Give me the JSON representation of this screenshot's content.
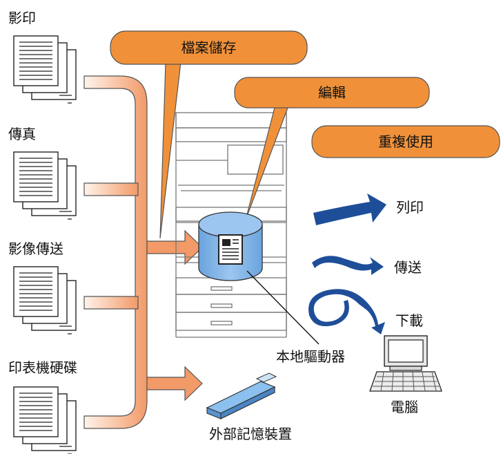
{
  "sources": [
    {
      "label": "影印",
      "icon": "document-stack-icon"
    },
    {
      "label": "傳真",
      "icon": "document-stack-icon"
    },
    {
      "label": "影像傳送",
      "icon": "document-stack-icon"
    },
    {
      "label": "印表機硬碟",
      "icon": "document-stack-icon"
    }
  ],
  "callouts": {
    "file_storage": "檔案儲存",
    "edit": "編輯",
    "reuse": "重複使用"
  },
  "storage": {
    "local_drive": "本地驅動器",
    "external_device": "外部記憶裝置"
  },
  "outputs": [
    {
      "label": "列印",
      "icon": "print-arrow-icon"
    },
    {
      "label": "傳送",
      "icon": "send-arrow-icon"
    },
    {
      "label": "下載",
      "icon": "download-arrow-icon"
    }
  ],
  "computer_label": "電腦",
  "colors": {
    "callout": "#f0913a",
    "flow_gradient_light": "#fde8d8",
    "flow_gradient_dark": "#f4a77a",
    "arrow_blue": "#1f4e99",
    "drive_blue": "#7fb2e5"
  }
}
